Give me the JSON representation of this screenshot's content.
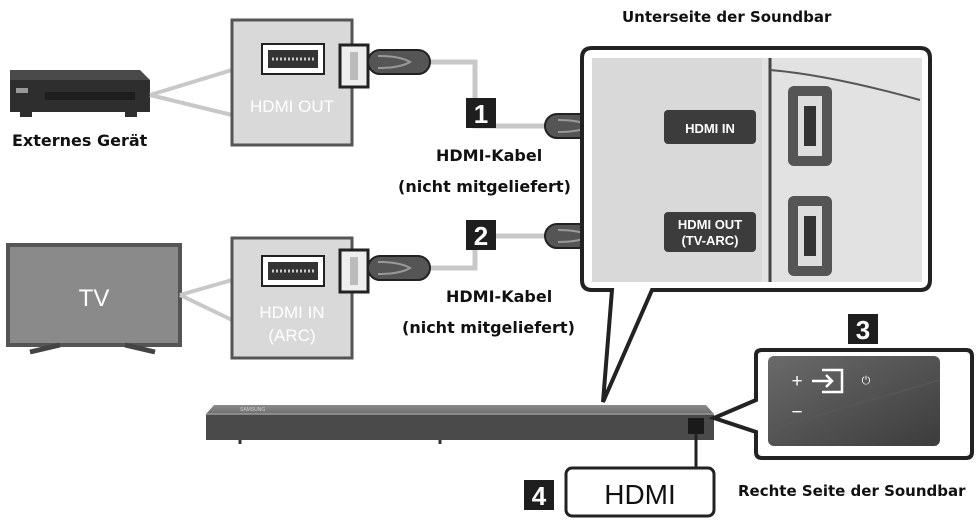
{
  "labels": {
    "soundbar_bottom": "Unterseite der Soundbar",
    "external_device": "Externes Gerät",
    "cable1_line1": "HDMI-Kabel",
    "cable1_line2": "(nicht mitgeliefert)",
    "cable2_line1": "HDMI-Kabel",
    "cable2_line2": "(nicht mitgeliefert)",
    "soundbar_right_side": "Rechte Seite der Soundbar"
  },
  "ports": {
    "device_port": "HDMI OUT",
    "tv_port_line1": "HDMI IN",
    "tv_port_line2": "(ARC)",
    "soundbar_in": "HDMI IN",
    "soundbar_out_line1": "HDMI OUT",
    "soundbar_out_line2": "(TV-ARC)"
  },
  "tv_label": "TV",
  "soundbar_brand": "SAMSUNG",
  "steps": [
    "1",
    "2",
    "3",
    "4"
  ],
  "source_display": "HDMI",
  "buttons": {
    "plus": "+",
    "minus": "−",
    "power": "⏻"
  },
  "colors": {
    "panel": "#d9d9d9",
    "dark": "#404040",
    "cable": "#c8c8c8"
  }
}
